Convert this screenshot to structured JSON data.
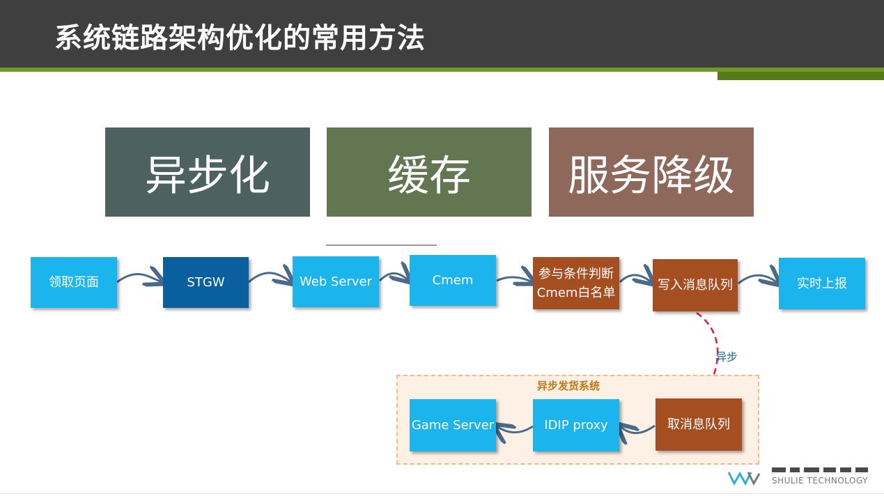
{
  "slide": {
    "title": "系统链路架构优化的常用方法"
  },
  "methods": [
    {
      "label": "异步化",
      "color": "#4e6161"
    },
    {
      "label": "缓存",
      "color": "#627652"
    },
    {
      "label": "服务降级",
      "color": "#8e695b"
    }
  ],
  "flow": {
    "nodes": [
      {
        "label": "领取页面"
      },
      {
        "label": "STGW"
      },
      {
        "label": "Web Server"
      },
      {
        "label": "Cmem"
      },
      {
        "label": "参与条件判断\nCmem白名单"
      },
      {
        "label": "写入消息队列"
      },
      {
        "label": "实时上报"
      }
    ],
    "async_label": "异步",
    "group": {
      "title": "异步发货系统",
      "nodes": [
        {
          "label": "取消息队列"
        },
        {
          "label": "IDIP proxy"
        },
        {
          "label": "Game Server"
        }
      ]
    }
  },
  "colors": {
    "node_blue": "#1bb4ec",
    "node_dark_blue": "#0a5f9e",
    "node_brown": "#a54e22",
    "arrow": "#4a6a8a",
    "async_arrow": "#e8192c"
  },
  "branding": {
    "company": "SHULIE TECHNOLOGY"
  }
}
